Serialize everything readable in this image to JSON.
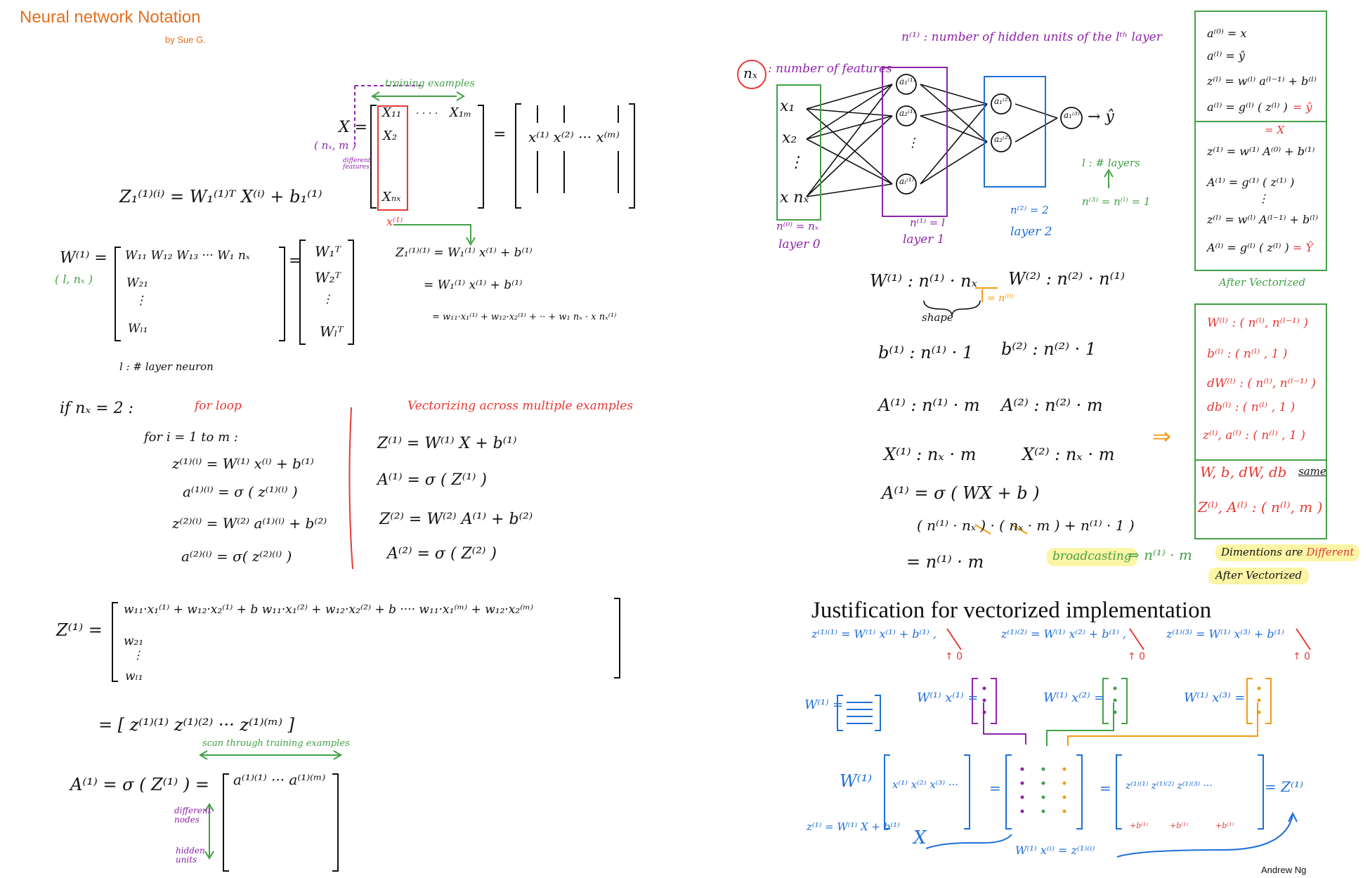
{
  "header": {
    "title": "Neural network Notation",
    "byline": "by Sue G."
  },
  "left": {
    "training_examples": "training examples",
    "X_eq": "X =",
    "x11": "X₁₁",
    "x1m": "X₁ₘ",
    "x2": "X₂",
    "xnx": "Xₙₓ",
    "dots_row": "· · · ·",
    "shape": "( nₓ, m )",
    "different_features": "different features",
    "eq_cols": "=",
    "cols": "x⁽¹⁾  x⁽²⁾  ···  x⁽ᵐ⁾",
    "xi_label": "x⁽¹⁾",
    "z1_formula": "Z₁⁽¹⁾⁽ⁱ⁾  =  W₁⁽¹⁾ᵀ X⁽ⁱ⁾ +  b₁⁽¹⁾",
    "W_label": "W⁽¹⁾ =",
    "W_shape": "( l, nₓ )",
    "W_row1": "W₁₁   W₁₂   W₁₃ ···  W₁ nₓ",
    "W_row2": "W₂₁",
    "W_row3": "Wₗ₁",
    "W_eq": "=",
    "W_t1": "W₁ᵀ",
    "W_t2": "W₂ᵀ",
    "W_tl": "Wₗᵀ",
    "layer_neuron": "l : # layer neuron",
    "z_expand1": "Z₁⁽¹⁾⁽¹⁾  =  W₁⁽¹⁾ x⁽¹⁾ + b⁽¹⁾",
    "z_expand2": "=  W₁⁽¹⁾ x⁽¹⁾ + b⁽¹⁾",
    "z_expand3": "= w₁₁·x₁⁽¹⁾ +  w₁₂·x₂⁽¹⁾ + ·· + w₁ nₓ · x nₓ⁽¹⁾",
    "if_nx": "if  nₓ = 2 :",
    "for_loop": "for loop",
    "for_header": "for  i = 1  to  m :",
    "loop1": "z⁽¹⁾⁽ⁱ⁾  =  W⁽¹⁾ x⁽ⁱ⁾ + b⁽¹⁾",
    "loop2": "a⁽¹⁾⁽ⁱ⁾  =  σ ( z⁽¹⁾⁽ⁱ⁾ )",
    "loop3": "z⁽²⁾⁽ⁱ⁾  =  W⁽²⁾ a⁽¹⁾⁽ⁱ⁾ + b⁽²⁾",
    "loop4": "a⁽²⁾⁽ⁱ⁾  =  σ( z⁽²⁾⁽ⁱ⁾ )",
    "vectorizing": "Vectorizing  across  multiple  examples",
    "vec1": "Z⁽¹⁾  =  W⁽¹⁾ X + b⁽¹⁾",
    "vec2": "A⁽¹⁾  =  σ ( Z⁽¹⁾ )",
    "vec3": "Z⁽²⁾  =  W⁽²⁾ A⁽¹⁾ + b⁽²⁾",
    "vec4": "A⁽²⁾  =  σ ( Z⁽²⁾ )",
    "Z_big_label": "Z⁽¹⁾ =",
    "Z_row1": "w₁₁·x₁⁽¹⁾ + w₁₂·x₂⁽¹⁾ + b        w₁₁·x₁⁽²⁾ + w₁₂·x₂⁽²⁾ + b  ····     w₁₁·x₁⁽ᵐ⁾ + w₁₂·x₂⁽ᵐ⁾",
    "Z_row2": "w₂₁",
    "Z_row3": "wₗ₁",
    "Z_concat": "=  [  z⁽¹⁾⁽¹⁾   z⁽¹⁾⁽²⁾  ···   z⁽¹⁾⁽ᵐ⁾  ]",
    "scan": "scan through training examples",
    "A_label": "A⁽¹⁾  =  σ ( Z⁽¹⁾ )  =",
    "A_row": "a⁽¹⁾⁽¹⁾ ··· a⁽¹⁾⁽ᵐ⁾",
    "diff_nodes": "different nodes",
    "hidden_units": "hidden units"
  },
  "right": {
    "n_hidden": "n⁽¹⁾ : number of hidden units of the lᵗʰ layer",
    "nx_label": "nₓ",
    "num_features": ": number of features",
    "x1": "x₁",
    "x2": "x₂",
    "xdots": "⋮",
    "xnx": "x nₓ",
    "a11": "a₁⁽¹⁾",
    "a21": "a₂⁽¹⁾",
    "al1": "aₗ⁽¹⁾",
    "a12": "a₁⁽²⁾",
    "a22": "a₂⁽²⁾",
    "a13": "a₁⁽³⁾",
    "yhat": "→  ŷ",
    "n0": "n⁽⁰⁾ = nₓ",
    "layer0": "layer 0",
    "n1": "n⁽¹⁾ = l",
    "layer1": "layer 1",
    "n2": "n⁽²⁾ = 2",
    "layer2": "layer 2",
    "l_layers": "l : # layers",
    "n3": "n⁽³⁾ = n⁽ˡ⁾ = 1",
    "W1_shape": "W⁽¹⁾ :  n⁽¹⁾ · nₓ",
    "n0_note": "= n⁽⁰⁾",
    "shape_word": "shape",
    "W2_shape": "W⁽²⁾ : n⁽²⁾ · n⁽¹⁾",
    "b1_shape": "b⁽¹⁾ :  n⁽¹⁾ · 1",
    "b2_shape": "b⁽²⁾ :  n⁽²⁾ · 1",
    "A1_shape": "A⁽¹⁾ :  n⁽¹⁾ · m",
    "A2_shape": "A⁽²⁾ :  n⁽²⁾ · m",
    "X1_shape": "X⁽¹⁾ :  nₓ · m",
    "X2_shape": "X⁽²⁾ :  nₓ · m",
    "A_sigma": "A⁽¹⁾ = σ ( WX + b )",
    "dims": "( n⁽¹⁾ · nₓ ) · ( nₓ · m ) +  n⁽¹⁾ · 1 )",
    "eq_nm": "=  n⁽¹⁾ · m",
    "broadcasting": "broadcasting",
    "broad_result": "⇒  n⁽¹⁾ · m",
    "dim_diff_a": "Dimentions  are",
    "dim_diff_b": "Different",
    "after_vec_note": "After  Vectorized",
    "arrow_double": "⇒",
    "panel1": [
      "a⁽⁰⁾ = x",
      "a⁽ˡ⁾ = ŷ",
      "z⁽ˡ⁾ = w⁽ˡ⁾ a⁽ˡ⁻¹⁾ + b⁽ˡ⁾",
      "a⁽ˡ⁾ = g⁽ˡ⁾ ( z⁽ˡ⁾ )"
    ],
    "panel1_yhat": "= ŷ",
    "panel1_eqX": "= X",
    "panel2": [
      "z⁽¹⁾ = w⁽¹⁾ A⁽⁰⁾ + b⁽¹⁾",
      "A⁽¹⁾ = g⁽¹⁾ ( z⁽¹⁾ )",
      "⋮",
      "z⁽ˡ⁾ = w⁽ˡ⁾ A⁽ˡ⁻¹⁾ + b⁽ˡ⁾",
      "A⁽ˡ⁾ = g⁽ˡ⁾ ( z⁽ˡ⁾ )"
    ],
    "panel2_Yhat": "= Ŷ",
    "after_vectorized": "After  Vectorized",
    "panel3": [
      "W⁽ˡ⁾ : ( n⁽ˡ⁾, n⁽ˡ⁻¹⁾ )",
      "b⁽ˡ⁾ : ( n⁽ˡ⁾ , 1 )",
      "dW⁽ˡ⁾ : ( n⁽ˡ⁾, n⁽ˡ⁻¹⁾ )",
      "db⁽ˡ⁾ : ( n⁽ˡ⁾ , 1 )",
      "z⁽ˡ⁾, a⁽ˡ⁾ : ( n⁽ˡ⁾ , 1 )"
    ],
    "panel4_a": "W, b, dW, db",
    "panel4_same": "same",
    "panel4_b": "Z⁽ˡ⁾, A⁽ˡ⁾ : ( n⁽ˡ⁾, m )"
  },
  "justification": {
    "title": "Justification for vectorized implementation",
    "z1": "z⁽¹⁾⁽¹⁾ = W⁽¹⁾ x⁽¹⁾ + b⁽¹⁾  ,",
    "z2": "z⁽¹⁾⁽²⁾ = W⁽¹⁾ x⁽²⁾ + b⁽¹⁾  ,",
    "z3": "z⁽¹⁾⁽³⁾ = W⁽¹⁾ x⁽³⁾ + b⁽¹⁾",
    "zero": "↑ 0",
    "W_mat": "W⁽¹⁾ =",
    "Wx1": "W⁽¹⁾ x⁽¹⁾ =",
    "Wx2": "W⁽¹⁾ x⁽²⁾ =",
    "Wx3": "W⁽¹⁾ x⁽³⁾ =",
    "W_big": "W⁽¹⁾",
    "xcols": "x⁽¹⁾  x⁽²⁾  x⁽³⁾ ···",
    "eq": "=",
    "zcols": "z⁽¹⁾⁽¹⁾   z⁽¹⁾⁽²⁾   z⁽¹⁾⁽³⁾ ···",
    "Zres": "=  Z⁽¹⁾",
    "plus_b": "+b⁽¹⁾",
    "z_bottom": "z⁽¹⁾ = W⁽¹⁾ X + b⁽¹⁾",
    "X_bottom": "X",
    "wx_bottom": "W⁽¹⁾ x⁽ⁱ⁾ = z⁽¹⁾⁽ⁱ⁾",
    "credit": "Andrew Ng"
  }
}
